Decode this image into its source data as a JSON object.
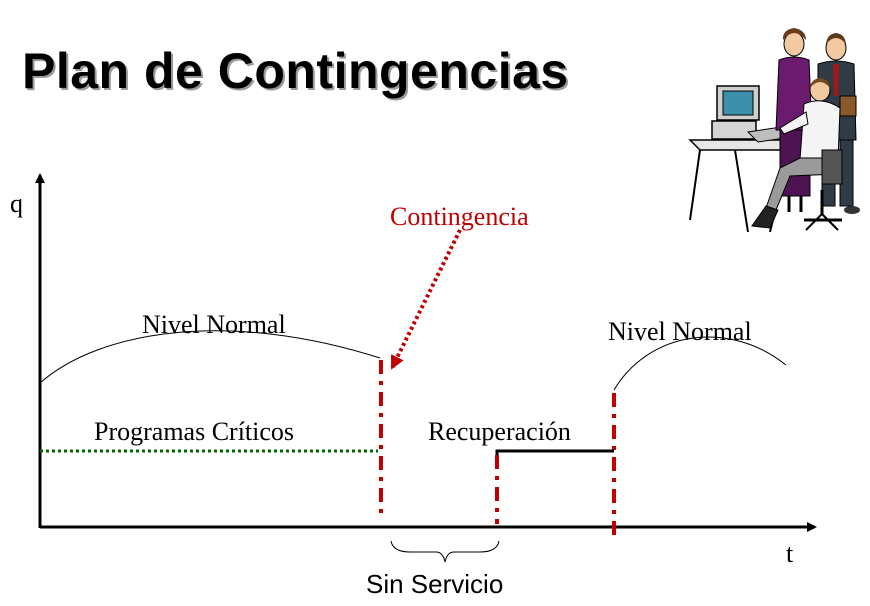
{
  "title": "Plan de Contingencias",
  "axes": {
    "y_label": "q",
    "x_label": "t"
  },
  "labels": {
    "contingency": "Contingencia",
    "normal_before": "Nivel Normal",
    "normal_after": "Nivel Normal",
    "critical_programs": "Programas Críticos",
    "recovery": "Recuperación",
    "no_service": "Sin Servicio"
  },
  "colors": {
    "contingency": "#c00000",
    "critical": "#006400",
    "axis": "#000000",
    "shadow": "#9a9a9a"
  },
  "icons": {
    "illustration": "office-team-computer-icon"
  }
}
